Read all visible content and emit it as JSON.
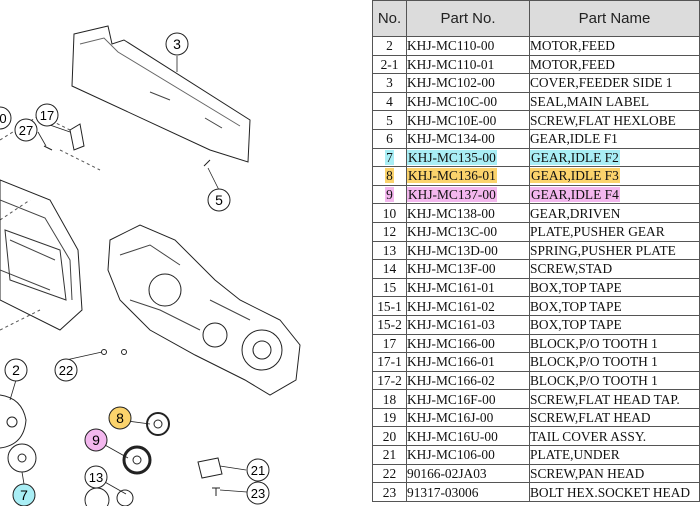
{
  "table": {
    "headers": {
      "no": "No.",
      "part_no": "Part No.",
      "part_name": "Part Name"
    },
    "rows": [
      {
        "no": "2",
        "part_no": "KHJ-MC110-00",
        "name": "MOTOR,FEED"
      },
      {
        "no": "2-1",
        "part_no": "KHJ-MC110-01",
        "name": "MOTOR,FEED"
      },
      {
        "no": "3",
        "part_no": "KHJ-MC102-00",
        "name": "COVER,FEEDER SIDE 1"
      },
      {
        "no": "4",
        "part_no": "KHJ-MC10C-00",
        "name": "SEAL,MAIN LABEL"
      },
      {
        "no": "5",
        "part_no": "KHJ-MC10E-00",
        "name": "SCREW,FLAT HEXLOBE"
      },
      {
        "no": "6",
        "part_no": "KHJ-MC134-00",
        "name": "GEAR,IDLE F1"
      },
      {
        "no": "7",
        "part_no": "KHJ-MC135-00",
        "name": "GEAR,IDLE F2",
        "highlight": "#a9eef5"
      },
      {
        "no": "8",
        "part_no": "KHJ-MC136-01",
        "name": "GEAR,IDLE F3",
        "highlight": "#fbd36c"
      },
      {
        "no": "9",
        "part_no": "KHJ-MC137-00",
        "name": "GEAR,IDLE F4",
        "highlight": "#f3b7ee"
      },
      {
        "no": "10",
        "part_no": "KHJ-MC138-00",
        "name": "GEAR,DRIVEN"
      },
      {
        "no": "12",
        "part_no": "KHJ-MC13C-00",
        "name": "PLATE,PUSHER GEAR"
      },
      {
        "no": "13",
        "part_no": "KHJ-MC13D-00",
        "name": "SPRING,PUSHER PLATE"
      },
      {
        "no": "14",
        "part_no": "KHJ-MC13F-00",
        "name": "SCREW,STAD"
      },
      {
        "no": "15",
        "part_no": "KHJ-MC161-01",
        "name": "BOX,TOP TAPE"
      },
      {
        "no": "15-1",
        "part_no": "KHJ-MC161-02",
        "name": "BOX,TOP TAPE"
      },
      {
        "no": "15-2",
        "part_no": "KHJ-MC161-03",
        "name": "BOX,TOP TAPE"
      },
      {
        "no": "17",
        "part_no": "KHJ-MC166-00",
        "name": "BLOCK,P/O TOOTH 1"
      },
      {
        "no": "17-1",
        "part_no": "KHJ-MC166-01",
        "name": "BLOCK,P/O TOOTH 1"
      },
      {
        "no": "17-2",
        "part_no": "KHJ-MC166-02",
        "name": "BLOCK,P/O TOOTH 1"
      },
      {
        "no": "18",
        "part_no": "KHJ-MC16F-00",
        "name": "SCREW,FLAT HEAD TAP."
      },
      {
        "no": "19",
        "part_no": "KHJ-MC16J-00",
        "name": "SCREW,FLAT HEAD"
      },
      {
        "no": "20",
        "part_no": "KHJ-MC16U-00",
        "name": "TAIL COVER ASSY."
      },
      {
        "no": "21",
        "part_no": "KHJ-MC106-00",
        "name": "PLATE,UNDER"
      },
      {
        "no": "22",
        "part_no": "90166-02JA03",
        "name": "SCREW,PAN HEAD"
      },
      {
        "no": "23",
        "part_no": "91317-03006",
        "name": "BOLT HEX.SOCKET HEAD"
      }
    ]
  },
  "diagram": {
    "callouts": [
      {
        "label": "3",
        "fill": "#ffffff"
      },
      {
        "label": "17",
        "fill": "#ffffff"
      },
      {
        "label": "27",
        "fill": "#ffffff"
      },
      {
        "label": "0",
        "fill": "#ffffff"
      },
      {
        "label": "5",
        "fill": "#ffffff"
      },
      {
        "label": "22",
        "fill": "#ffffff"
      },
      {
        "label": "2",
        "fill": "#ffffff"
      },
      {
        "label": "8",
        "fill": "#fbd36c"
      },
      {
        "label": "9",
        "fill": "#f3b7ee"
      },
      {
        "label": "13",
        "fill": "#ffffff"
      },
      {
        "label": "7",
        "fill": "#a9eef5"
      },
      {
        "label": "21",
        "fill": "#ffffff"
      },
      {
        "label": "23",
        "fill": "#ffffff"
      }
    ]
  }
}
